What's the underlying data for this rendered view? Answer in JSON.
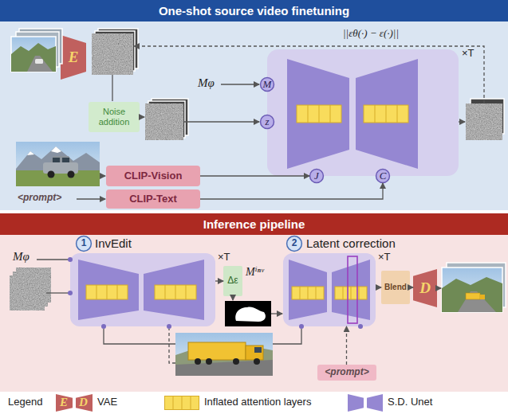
{
  "diagram": {
    "nodes": [
      {
        "text": [
          "One-shot source video finetuning"
        ]
      },
      {
        "text": [
          "E"
        ],
        "in": 0
      },
      {
        "text": [
          "Noise addition"
        ],
        "in": 0
      },
      {
        "text": [
          "×T"
        ],
        "in": 0
      },
      {
        "text": [
          "M"
        ],
        "in": 3
      },
      {
        "text": [
          "z"
        ],
        "in": 3
      },
      {
        "text": [
          "J"
        ],
        "in": 3
      },
      {
        "text": [
          "C"
        ],
        "in": 3
      },
      {
        "text": [
          "CLIP-Vision"
        ],
        "in": 0
      },
      {
        "text": [
          "CLIP-Text"
        ],
        "in": 0
      },
      {
        "text": [
          "Inference pipeline"
        ]
      },
      {
        "text": [
          "1"
        ],
        "in": 10
      },
      {
        "text": [
          "InvEdit",
          "×T"
        ],
        "in": 10
      },
      {
        "text": [
          "Δε"
        ],
        "in": 10
      },
      {
        "text": [
          "2"
        ],
        "in": 10
      },
      {
        "text": [
          "Latent correction",
          "×T"
        ],
        "in": 10
      },
      {
        "text": [
          "Blend"
        ],
        "in": 10
      },
      {
        "text": [
          "D"
        ],
        "in": 10
      },
      {
        "text": [
          "<prompt>"
        ],
        "in": 10
      }
    ],
    "edges": [
      {
        "from": 8,
        "to": 6,
        "arrow": "to"
      },
      {
        "from": 9,
        "to": 7,
        "arrow": "to"
      },
      {
        "from": 12,
        "to": 13,
        "arrow": "to"
      },
      {
        "from": 15,
        "to": 16,
        "arrow": "to"
      },
      {
        "from": 16,
        "to": 17,
        "arrow": "to"
      },
      {
        "from": 18,
        "to": 15,
        "arrow": "to"
      }
    ],
    "labels": [
      "Mφ",
      "||εθ(·) − ε(·)||",
      "<prompt>",
      "Mφ",
      "Mⁱⁿᵛ",
      "Legend",
      "E",
      "D"
    ],
    "legend": [
      {
        "text": "VAE",
        "color": "#c0605e"
      },
      {
        "text": "Inflated attention layers",
        "color": "#f8dc5c"
      },
      {
        "text": "S.D. Unet",
        "color": "#9587d2"
      }
    ]
  }
}
